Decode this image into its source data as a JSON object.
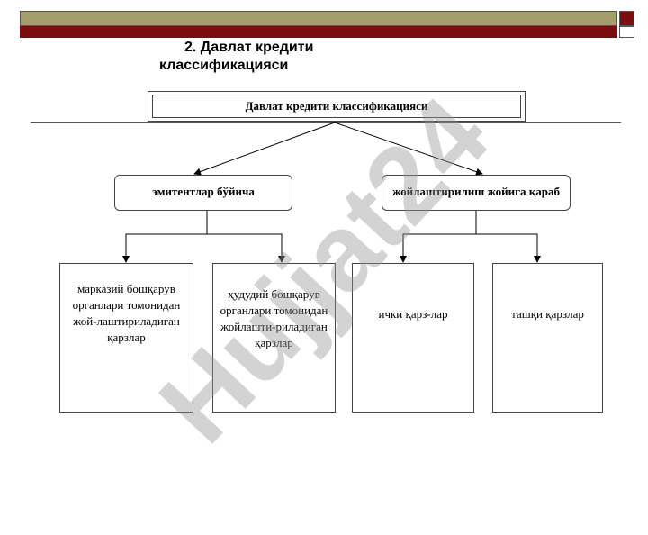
{
  "slide": {
    "title_line1": "2. Давлат кредити",
    "title_line2": "классификацияси"
  },
  "diagram": {
    "root": "Давлат кредити классификацияси",
    "branches": [
      {
        "label": "эмитентлар бўйича",
        "leaves": [
          "марказий бошқарув органлари томонидан жой-лаштириладиган қарзлар",
          "ҳудудий бошқарув органлари томонидан жойлашти-риладиган қарзлар"
        ]
      },
      {
        "label": "жойлаштирилиш жойига қараб",
        "leaves": [
          "ички қарз-лар",
          "ташқи қарзлар"
        ]
      }
    ]
  },
  "watermark": "Hujjat24",
  "colors": {
    "header_olive": "#a39f6c",
    "header_red": "#7b0d0d",
    "watermark": "#969696"
  }
}
